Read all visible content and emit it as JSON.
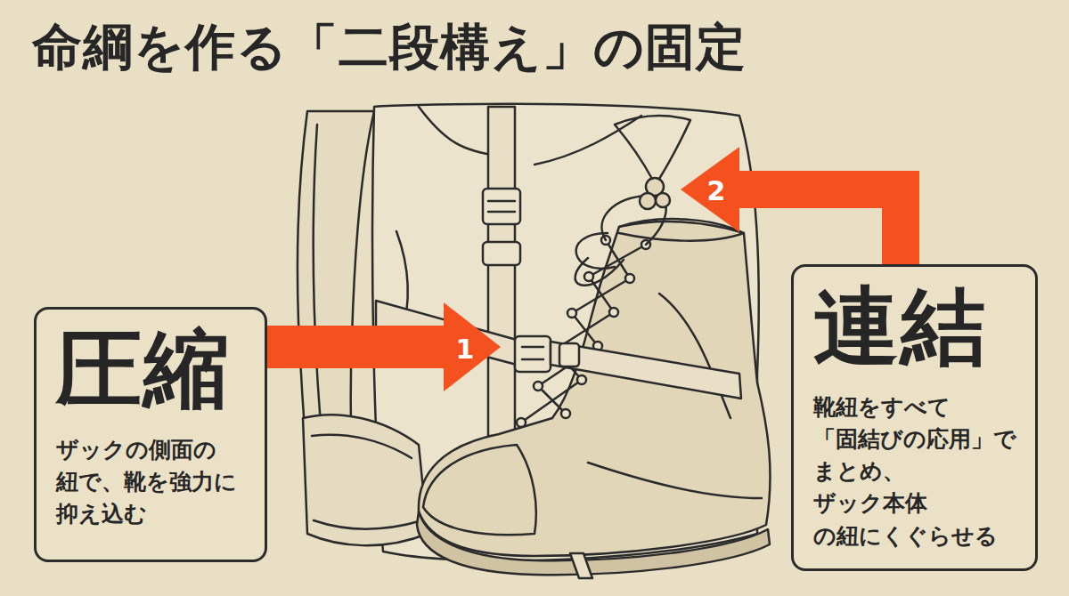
{
  "diagram": {
    "title": "命綱を作る「二段構え」の固定",
    "nodes": [
      {
        "text": [
          "圧縮",
          "ザックの側面の 紐で、靴を強力に 抑え込む"
        ]
      },
      {
        "text": [
          "連結",
          "靴紐をすべて 「固結びの応用」で まとめ、ザック本体 の紐にくぐらせる"
        ]
      }
    ],
    "labels": [
      "1",
      "2"
    ]
  }
}
